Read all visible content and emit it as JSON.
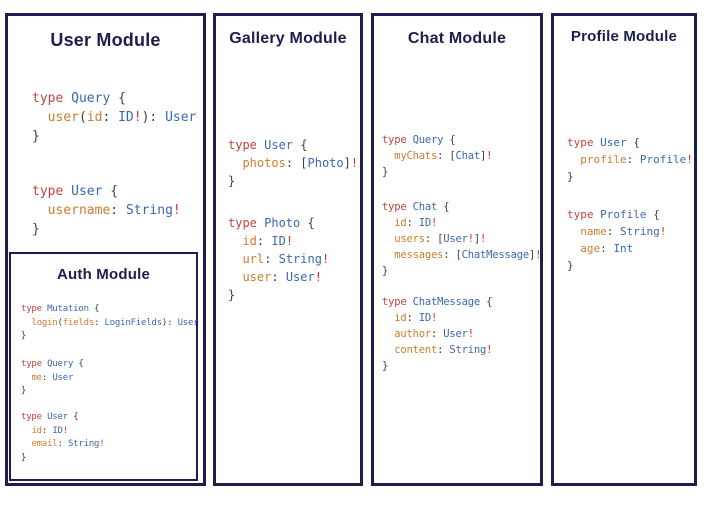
{
  "colors": {
    "border_navy": "#1d1d4f",
    "title_navy": "#1d1d4f",
    "keyword_red": "#bf4340",
    "type_blue": "#3a68b0",
    "field_orange": "#cd7d2e",
    "bang_red": "#c8362d",
    "punctuation_dark": "#3d4148",
    "background": "#ffffff"
  },
  "modules": {
    "user": {
      "title": "User Module",
      "blocks": [
        [
          [
            [
              "k",
              "type "
            ],
            [
              "t",
              "Query "
            ],
            [
              "p",
              "{"
            ]
          ],
          [
            [
              "p",
              "  "
            ],
            [
              "f",
              "user"
            ],
            [
              "p",
              "("
            ],
            [
              "f",
              "id"
            ],
            [
              "p",
              ": "
            ],
            [
              "t",
              "ID"
            ],
            [
              "b",
              "!"
            ],
            [
              "p",
              "): "
            ],
            [
              "t",
              "User"
            ]
          ],
          [
            [
              "p",
              "}"
            ]
          ]
        ],
        [
          [
            [
              "k",
              "type "
            ],
            [
              "t",
              "User "
            ],
            [
              "p",
              "{"
            ]
          ],
          [
            [
              "p",
              "  "
            ],
            [
              "f",
              "username"
            ],
            [
              "p",
              ": "
            ],
            [
              "t",
              "String"
            ],
            [
              "b",
              "!"
            ]
          ],
          [
            [
              "p",
              "}"
            ]
          ]
        ]
      ]
    },
    "auth": {
      "title": "Auth Module",
      "blocks": [
        [
          [
            [
              "k",
              "type "
            ],
            [
              "t",
              "Mutation "
            ],
            [
              "p",
              "{"
            ]
          ],
          [
            [
              "p",
              "  "
            ],
            [
              "f",
              "login"
            ],
            [
              "p",
              "("
            ],
            [
              "f",
              "fields"
            ],
            [
              "p",
              ": "
            ],
            [
              "t",
              "LoginFields"
            ],
            [
              "p",
              "): "
            ],
            [
              "t",
              "User"
            ]
          ],
          [
            [
              "p",
              "}"
            ]
          ]
        ],
        [
          [
            [
              "k",
              "type "
            ],
            [
              "t",
              "Query "
            ],
            [
              "p",
              "{"
            ]
          ],
          [
            [
              "p",
              "  "
            ],
            [
              "f",
              "me"
            ],
            [
              "p",
              ": "
            ],
            [
              "t",
              "User"
            ]
          ],
          [
            [
              "p",
              "}"
            ]
          ]
        ],
        [
          [
            [
              "k",
              "type "
            ],
            [
              "t",
              "User "
            ],
            [
              "p",
              "{"
            ]
          ],
          [
            [
              "p",
              "  "
            ],
            [
              "f",
              "id"
            ],
            [
              "p",
              ": "
            ],
            [
              "t",
              "ID"
            ],
            [
              "b",
              "!"
            ]
          ],
          [
            [
              "p",
              "  "
            ],
            [
              "f",
              "email"
            ],
            [
              "p",
              ": "
            ],
            [
              "t",
              "String"
            ],
            [
              "b",
              "!"
            ]
          ],
          [
            [
              "p",
              "}"
            ]
          ]
        ]
      ]
    },
    "gallery": {
      "title": "Gallery Module",
      "blocks": [
        [
          [
            [
              "k",
              "type "
            ],
            [
              "t",
              "User "
            ],
            [
              "p",
              "{"
            ]
          ],
          [
            [
              "p",
              "  "
            ],
            [
              "f",
              "photos"
            ],
            [
              "p",
              ": ["
            ],
            [
              "t",
              "Photo"
            ],
            [
              "p",
              "]"
            ],
            [
              "b",
              "!"
            ]
          ],
          [
            [
              "p",
              "}"
            ]
          ]
        ],
        [
          [
            [
              "k",
              "type "
            ],
            [
              "t",
              "Photo "
            ],
            [
              "p",
              "{"
            ]
          ],
          [
            [
              "p",
              "  "
            ],
            [
              "f",
              "id"
            ],
            [
              "p",
              ": "
            ],
            [
              "t",
              "ID"
            ],
            [
              "b",
              "!"
            ]
          ],
          [
            [
              "p",
              "  "
            ],
            [
              "f",
              "url"
            ],
            [
              "p",
              ": "
            ],
            [
              "t",
              "String"
            ],
            [
              "b",
              "!"
            ]
          ],
          [
            [
              "p",
              "  "
            ],
            [
              "f",
              "user"
            ],
            [
              "p",
              ": "
            ],
            [
              "t",
              "User"
            ],
            [
              "b",
              "!"
            ]
          ],
          [
            [
              "p",
              "}"
            ]
          ]
        ]
      ]
    },
    "chat": {
      "title": "Chat Module",
      "blocks": [
        [
          [
            [
              "k",
              "type "
            ],
            [
              "t",
              "Query "
            ],
            [
              "p",
              "{"
            ]
          ],
          [
            [
              "p",
              "  "
            ],
            [
              "f",
              "myChats"
            ],
            [
              "p",
              ": ["
            ],
            [
              "t",
              "Chat"
            ],
            [
              "p",
              "]"
            ],
            [
              "b",
              "!"
            ]
          ],
          [
            [
              "p",
              "}"
            ]
          ]
        ],
        [
          [
            [
              "k",
              "type "
            ],
            [
              "t",
              "Chat "
            ],
            [
              "p",
              "{"
            ]
          ],
          [
            [
              "p",
              "  "
            ],
            [
              "f",
              "id"
            ],
            [
              "p",
              ": "
            ],
            [
              "t",
              "ID"
            ],
            [
              "b",
              "!"
            ]
          ],
          [
            [
              "p",
              "  "
            ],
            [
              "f",
              "users"
            ],
            [
              "p",
              ": ["
            ],
            [
              "t",
              "User"
            ],
            [
              "b",
              "!"
            ],
            [
              "p",
              "]"
            ],
            [
              "b",
              "!"
            ]
          ],
          [
            [
              "p",
              "  "
            ],
            [
              "f",
              "messages"
            ],
            [
              "p",
              ": ["
            ],
            [
              "t",
              "ChatMessage"
            ],
            [
              "p",
              "]"
            ],
            [
              "b",
              "!"
            ]
          ],
          [
            [
              "p",
              "}"
            ]
          ]
        ],
        [
          [
            [
              "k",
              "type "
            ],
            [
              "t",
              "ChatMessage "
            ],
            [
              "p",
              "{"
            ]
          ],
          [
            [
              "p",
              "  "
            ],
            [
              "f",
              "id"
            ],
            [
              "p",
              ": "
            ],
            [
              "t",
              "ID"
            ],
            [
              "b",
              "!"
            ]
          ],
          [
            [
              "p",
              "  "
            ],
            [
              "f",
              "author"
            ],
            [
              "p",
              ": "
            ],
            [
              "t",
              "User"
            ],
            [
              "b",
              "!"
            ]
          ],
          [
            [
              "p",
              "  "
            ],
            [
              "f",
              "content"
            ],
            [
              "p",
              ": "
            ],
            [
              "t",
              "String"
            ],
            [
              "b",
              "!"
            ]
          ],
          [
            [
              "p",
              "}"
            ]
          ]
        ]
      ]
    },
    "profile": {
      "title": "Profile Module",
      "blocks": [
        [
          [
            [
              "k",
              "type "
            ],
            [
              "t",
              "User "
            ],
            [
              "p",
              "{"
            ]
          ],
          [
            [
              "p",
              "  "
            ],
            [
              "f",
              "profile"
            ],
            [
              "p",
              ": "
            ],
            [
              "t",
              "Profile"
            ],
            [
              "b",
              "!"
            ]
          ],
          [
            [
              "p",
              "}"
            ]
          ]
        ],
        [
          [
            [
              "k",
              "type "
            ],
            [
              "t",
              "Profile "
            ],
            [
              "p",
              "{"
            ]
          ],
          [
            [
              "p",
              "  "
            ],
            [
              "f",
              "name"
            ],
            [
              "p",
              ": "
            ],
            [
              "t",
              "String"
            ],
            [
              "b",
              "!"
            ]
          ],
          [
            [
              "p",
              "  "
            ],
            [
              "f",
              "age"
            ],
            [
              "p",
              ": "
            ],
            [
              "t",
              "Int"
            ]
          ],
          [
            [
              "p",
              "}"
            ]
          ]
        ]
      ]
    }
  }
}
